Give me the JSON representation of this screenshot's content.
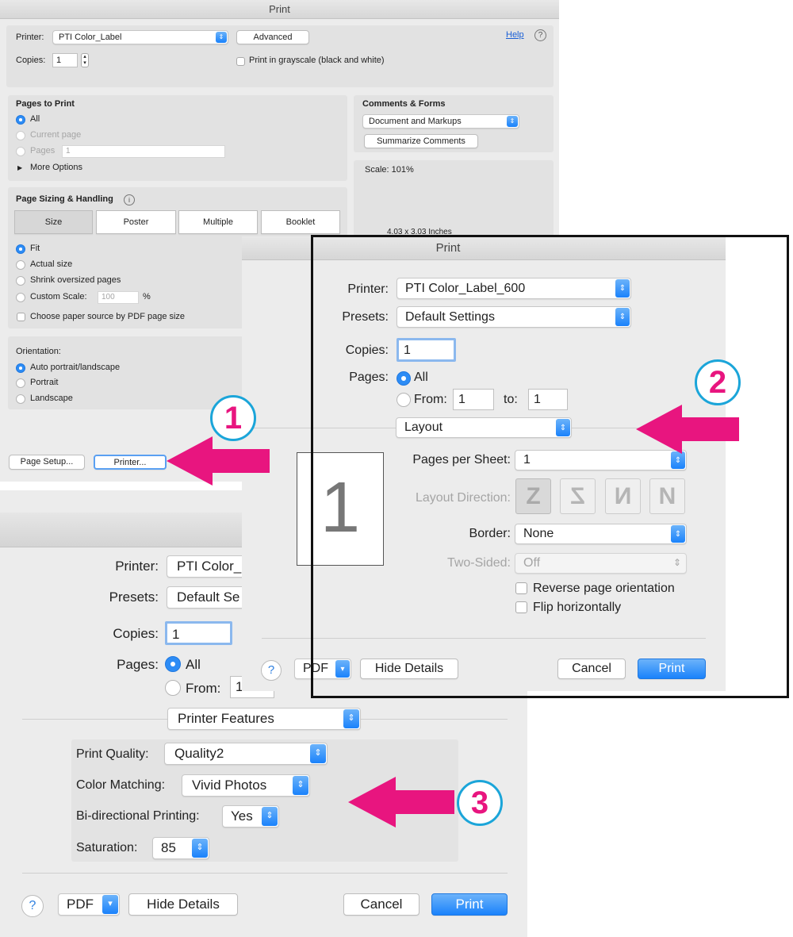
{
  "d1": {
    "title": "Print",
    "printer_label": "Printer:",
    "printer_value": "PTI Color_Label",
    "advanced_label": "Advanced",
    "help_label": "Help",
    "copies_label": "Copies:",
    "copies_value": "1",
    "grayscale_label": "Print in grayscale (black and white)",
    "pages_to_print": {
      "title": "Pages to Print",
      "all": "All",
      "current_page": "Current page",
      "pages": "Pages",
      "pages_value": "1",
      "more_options": "More Options"
    },
    "comments_forms": {
      "title": "Comments & Forms",
      "value": "Document and Markups",
      "summarize": "Summarize Comments"
    },
    "scale_text": "Scale: 101%",
    "size_text": "4.03 x 3.03 Inches",
    "sizing": {
      "title": "Page Sizing & Handling",
      "tabs": [
        "Size",
        "Poster",
        "Multiple",
        "Booklet"
      ],
      "fit": "Fit",
      "actual_size": "Actual size",
      "shrink": "Shrink oversized pages",
      "custom_scale": "Custom Scale:",
      "custom_value": "100",
      "percent": "%",
      "paper_source": "Choose paper source by PDF page size"
    },
    "orientation": {
      "title": "Orientation:",
      "auto": "Auto portrait/landscape",
      "portrait": "Portrait",
      "landscape": "Landscape"
    },
    "page_setup": "Page Setup...",
    "printer_button": "Printer..."
  },
  "d2": {
    "title": "Print",
    "printer_label": "Printer:",
    "printer_value": "PTI Color_Label_600",
    "presets_label": "Presets:",
    "presets_value": "Default Settings",
    "copies_label": "Copies:",
    "copies_value": "1",
    "pages_label": "Pages:",
    "all_label": "All",
    "from_label": "From:",
    "from_value": "1",
    "to_label": "to:",
    "to_value": "1",
    "section_value": "Layout",
    "preview_digit": "1",
    "pages_per_sheet_label": "Pages per Sheet:",
    "pages_per_sheet_value": "1",
    "layout_direction_label": "Layout Direction:",
    "border_label": "Border:",
    "border_value": "None",
    "two_sided_label": "Two-Sided:",
    "two_sided_value": "Off",
    "reverse_label": "Reverse page orientation",
    "flip_label": "Flip horizontally",
    "help_glyph": "?",
    "pdf_label": "PDF",
    "hide_details": "Hide Details",
    "cancel": "Cancel",
    "print": "Print"
  },
  "d3": {
    "printer_label": "Printer:",
    "printer_value": "PTI Color_",
    "presets_label": "Presets:",
    "presets_value": "Default Se",
    "copies_label": "Copies:",
    "copies_value": "1",
    "pages_label": "Pages:",
    "all_label": "All",
    "from_label": "From:",
    "from_value": "1",
    "section_value": "Printer Features",
    "print_quality_label": "Print Quality:",
    "print_quality_value": "Quality2",
    "color_matching_label": "Color Matching:",
    "color_matching_value": "Vivid Photos",
    "bidi_label": "Bi-directional Printing:",
    "bidi_value": "Yes",
    "saturation_label": "Saturation:",
    "saturation_value": "85",
    "help_glyph": "?",
    "pdf_label": "PDF",
    "hide_details": "Hide Details",
    "cancel": "Cancel",
    "print": "Print"
  },
  "callouts": [
    "1",
    "2",
    "3"
  ],
  "colors": {
    "arrow": "#e8157f",
    "callout_ring": "#1ba5d9",
    "accent_blue": "#1a82fb"
  }
}
